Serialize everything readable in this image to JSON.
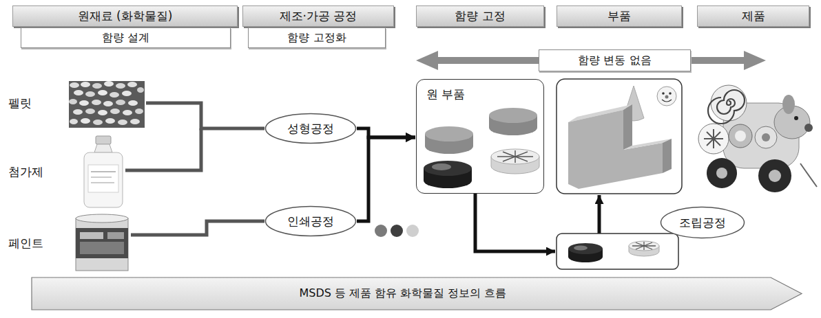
{
  "diagram": {
    "nodes": [
      {
        "text": [
          "원재료 (화학물질)"
        ]
      },
      {
        "text": [
          "제조·가공 공정"
        ]
      },
      {
        "text": [
          "함량 고정"
        ]
      },
      {
        "text": [
          "부품"
        ]
      },
      {
        "text": [
          "제품"
        ]
      },
      {
        "text": [
          "함량 설계"
        ]
      },
      {
        "text": [
          "함량 고정화"
        ]
      },
      {
        "text": [
          "함량 변동 없음"
        ]
      },
      {
        "text": [
          "성형공정"
        ]
      },
      {
        "text": [
          "인쇄공정"
        ]
      },
      {
        "text": [
          "원 부품"
        ]
      },
      {
        "text": [
          "조립공정"
        ]
      },
      {
        "text": [
          "MSDS 등 제품 함유 화학물질 정보의 흐름"
        ]
      }
    ],
    "edges": [
      {
        "from": 8,
        "to": 10,
        "arrow": "to"
      },
      {
        "from": 9,
        "to": 10,
        "arrow": "to"
      }
    ],
    "labels": [
      "펠릿",
      "첨가제",
      "페인트"
    ]
  }
}
